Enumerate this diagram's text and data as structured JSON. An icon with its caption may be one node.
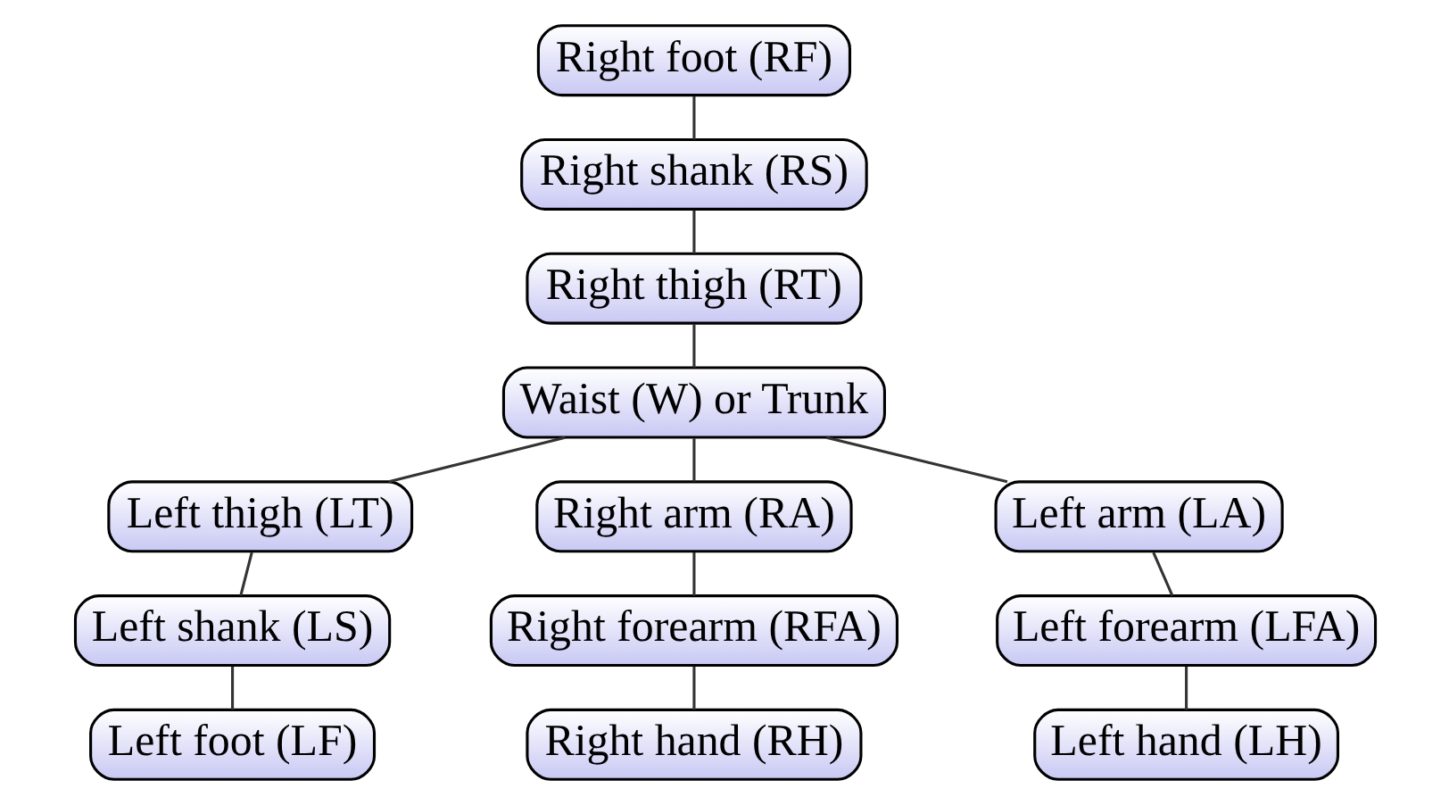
{
  "diagram": {
    "nodes": [
      {
        "text": [
          "Right foot (RF)"
        ]
      },
      {
        "text": [
          "Right shank (RS)"
        ]
      },
      {
        "text": [
          "Right thigh (RT)"
        ]
      },
      {
        "text": [
          "Waist (W) or Trunk"
        ]
      },
      {
        "text": [
          "Left thigh (LT)"
        ]
      },
      {
        "text": [
          "Right arm (RA)"
        ]
      },
      {
        "text": [
          "Left arm (LA)"
        ]
      },
      {
        "text": [
          "Left shank (LS)"
        ]
      },
      {
        "text": [
          "Right forearm (RFA)"
        ]
      },
      {
        "text": [
          "Left forearm (LFA)"
        ]
      },
      {
        "text": [
          "Left foot (LF)"
        ]
      },
      {
        "text": [
          "Right hand (RH)"
        ]
      },
      {
        "text": [
          "Left hand (LH)"
        ]
      }
    ],
    "edges": [
      {
        "from": 0,
        "to": 1,
        "arrow": "none"
      },
      {
        "from": 1,
        "to": 2,
        "arrow": "none"
      },
      {
        "from": 2,
        "to": 3,
        "arrow": "none"
      },
      {
        "from": 3,
        "to": 4,
        "arrow": "none"
      },
      {
        "from": 3,
        "to": 5,
        "arrow": "none"
      },
      {
        "from": 3,
        "to": 6,
        "arrow": "none"
      },
      {
        "from": 4,
        "to": 7,
        "arrow": "none"
      },
      {
        "from": 5,
        "to": 8,
        "arrow": "none"
      },
      {
        "from": 6,
        "to": 9,
        "arrow": "none"
      },
      {
        "from": 7,
        "to": 10,
        "arrow": "none"
      },
      {
        "from": 8,
        "to": 11,
        "arrow": "none"
      },
      {
        "from": 9,
        "to": 12,
        "arrow": "none"
      }
    ]
  }
}
